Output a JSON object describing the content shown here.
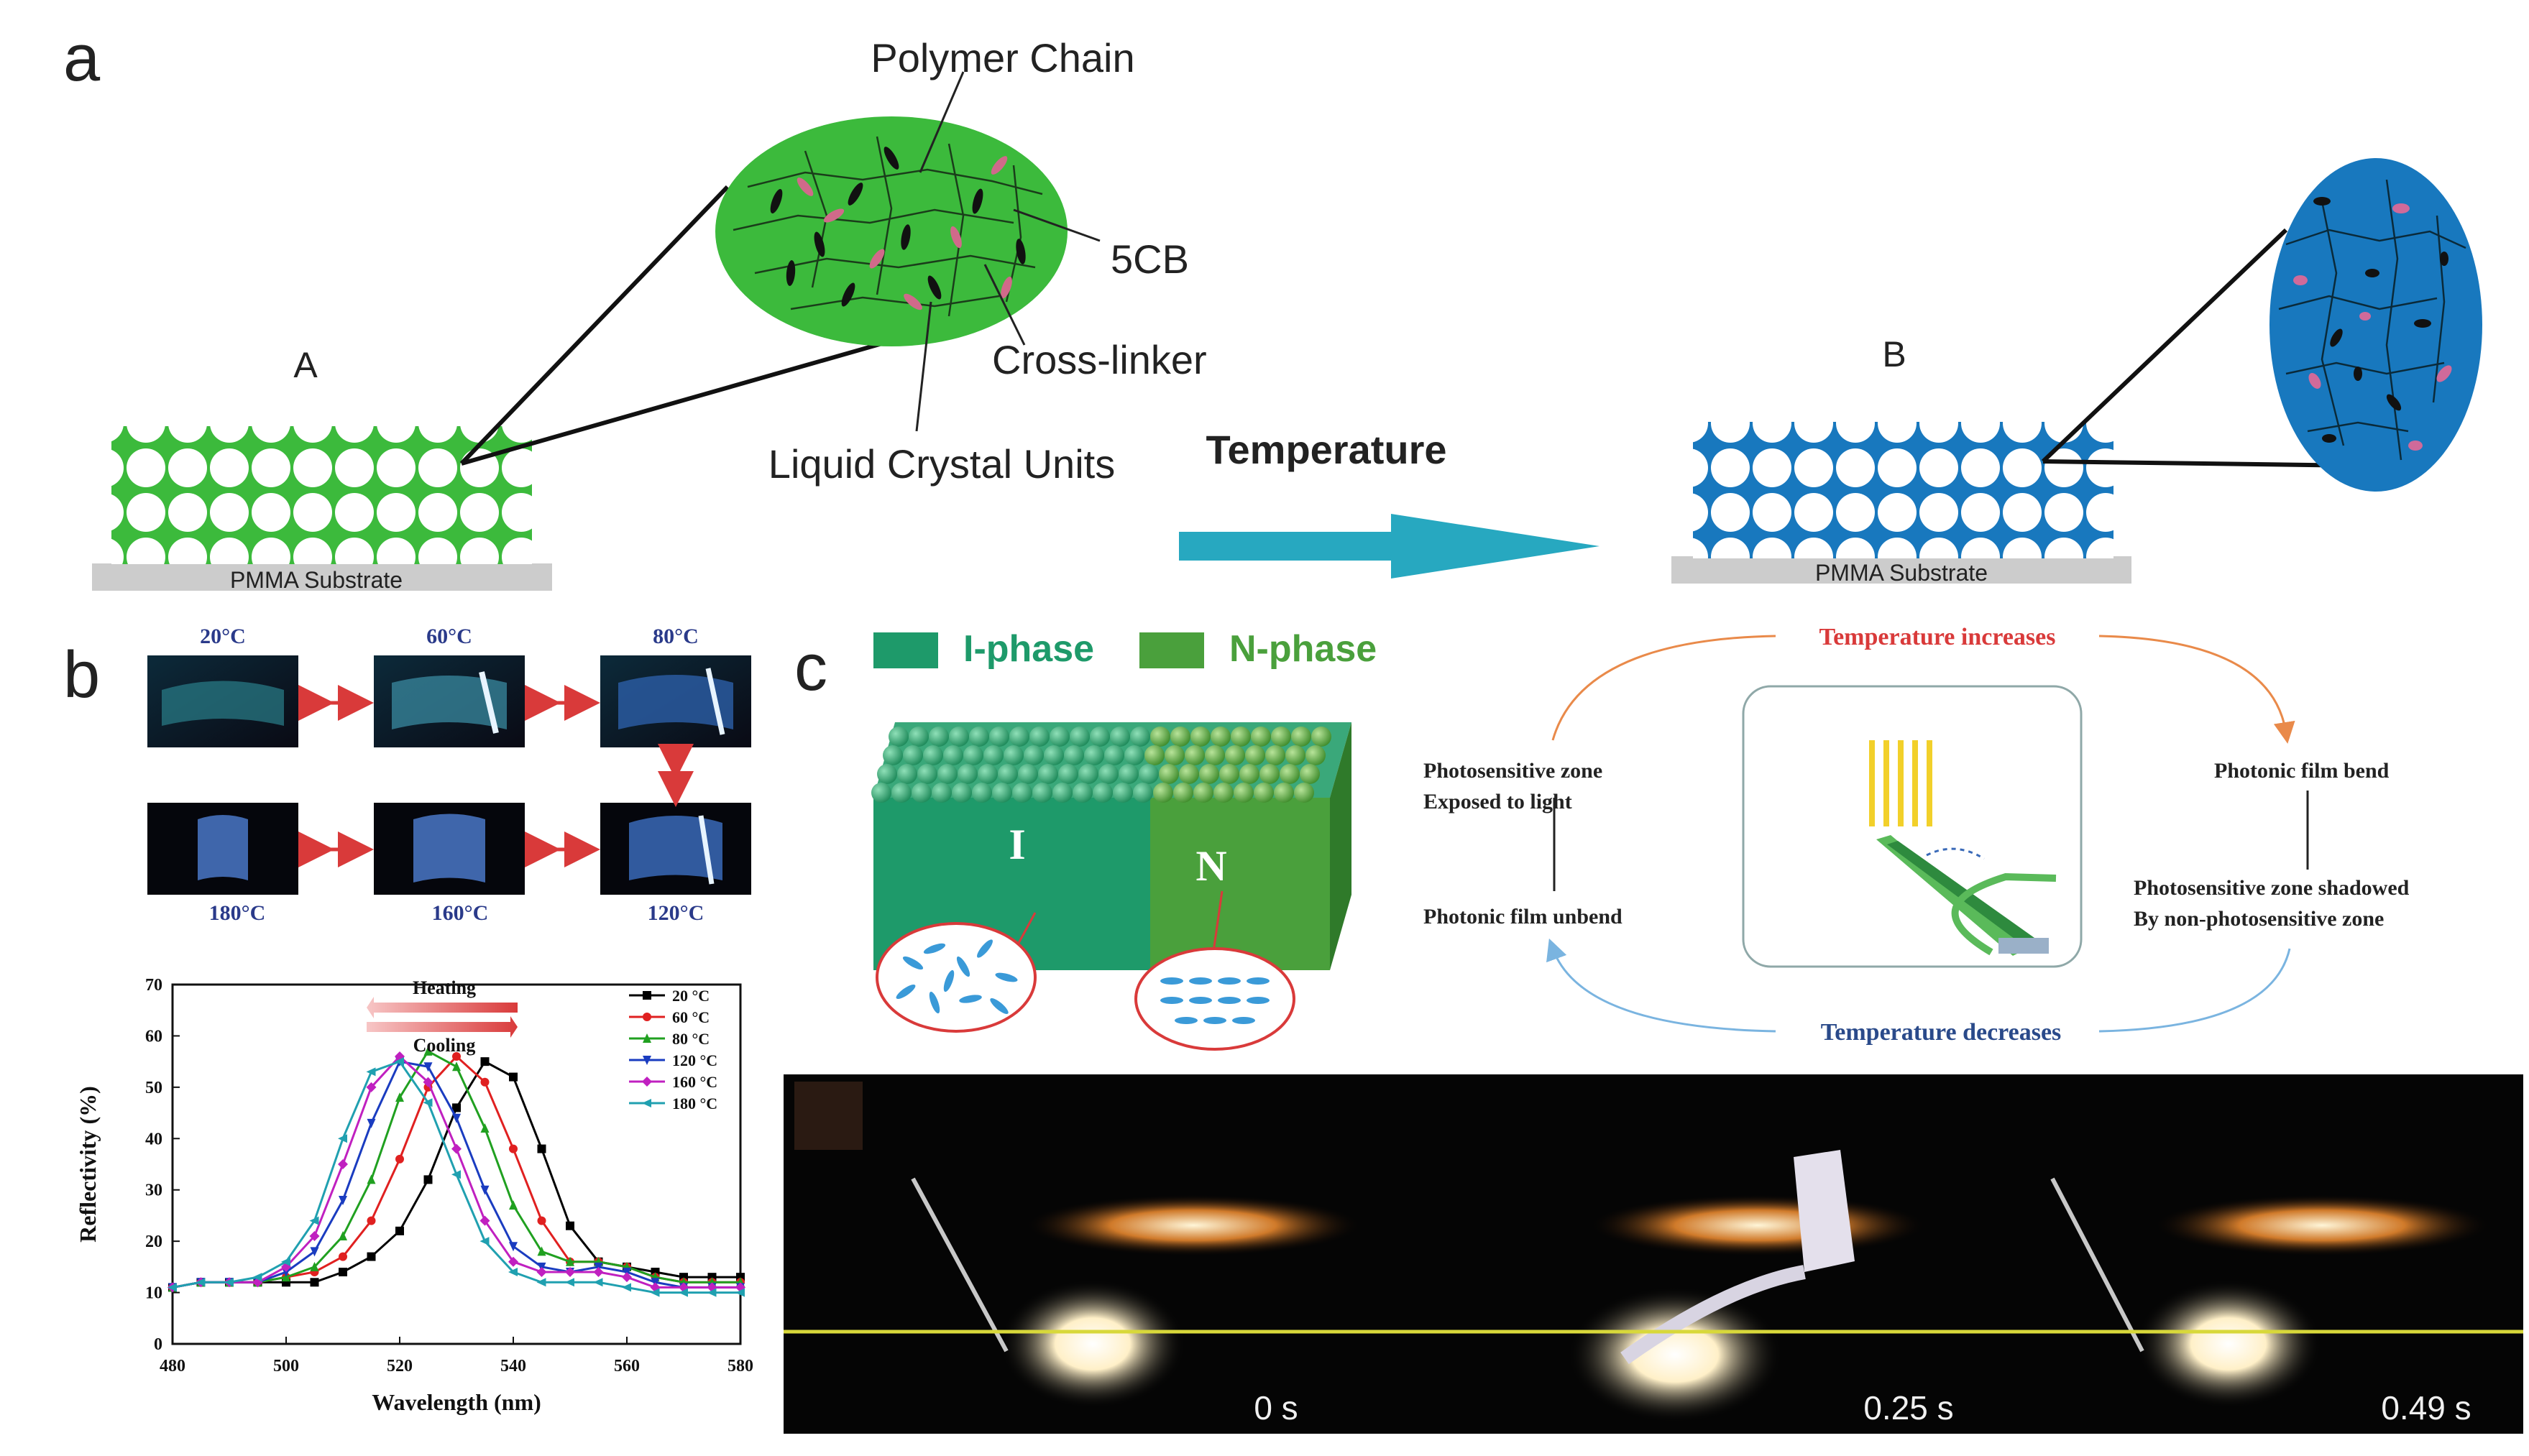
{
  "panel_letters": {
    "a": "a",
    "b": "b",
    "c": "c"
  },
  "panel_a": {
    "labels": {
      "polymer_chain": "Polymer Chain",
      "compound_5cb": "5CB",
      "cross_linker": "Cross-linker",
      "liquid_crystal_units": "Liquid Crystal Units",
      "state_a": "A",
      "state_b": "B",
      "arrow_label": "Temperature",
      "substrate_a": "PMMA Substrate",
      "substrate_b": "PMMA Substrate"
    },
    "colors": {
      "green_film": "#3cba3c",
      "blue_film": "#1878be",
      "arrow": "#27a8c0",
      "substrate": "#cccccc"
    }
  },
  "panel_b": {
    "photos": [
      {
        "temp": "20°C"
      },
      {
        "temp": "60°C"
      },
      {
        "temp": "80°C"
      },
      {
        "temp": "180°C"
      },
      {
        "temp": "160°C"
      },
      {
        "temp": "120°C"
      }
    ],
    "arrow_color": "#d93a3a",
    "heating_label": "Heating",
    "cooling_label": "Cooling"
  },
  "chart_data": {
    "type": "line",
    "xlabel": "Wavelength (nm)",
    "ylabel": "Reflectivity (%)",
    "xlim": [
      480,
      580
    ],
    "ylim": [
      0,
      70
    ],
    "xticks": [
      480,
      500,
      520,
      540,
      560,
      580
    ],
    "yticks": [
      0,
      10,
      20,
      30,
      40,
      50,
      60,
      70
    ],
    "legend_position": "top-right",
    "x": [
      480,
      485,
      490,
      495,
      500,
      505,
      510,
      515,
      520,
      525,
      530,
      535,
      540,
      545,
      550,
      555,
      560,
      565,
      570,
      575,
      580
    ],
    "series": [
      {
        "name": "20 °C",
        "color": "#000000",
        "marker": "square",
        "values": [
          11,
          12,
          12,
          12,
          12,
          12,
          14,
          17,
          22,
          32,
          46,
          55,
          52,
          38,
          23,
          16,
          15,
          14,
          13,
          13,
          13
        ]
      },
      {
        "name": "60 °C",
        "color": "#e02020",
        "marker": "circle",
        "values": [
          11,
          12,
          12,
          12,
          13,
          14,
          17,
          24,
          36,
          50,
          56,
          51,
          38,
          24,
          16,
          16,
          15,
          13,
          12,
          12,
          12
        ]
      },
      {
        "name": "80 °C",
        "color": "#20a020",
        "marker": "triangle-up",
        "values": [
          11,
          12,
          12,
          12,
          13,
          15,
          21,
          32,
          48,
          57,
          54,
          42,
          27,
          18,
          16,
          16,
          15,
          13,
          12,
          12,
          12
        ]
      },
      {
        "name": "120 °C",
        "color": "#1a3cc0",
        "marker": "triangle-down",
        "values": [
          11,
          12,
          12,
          12,
          14,
          18,
          28,
          43,
          55,
          54,
          44,
          30,
          19,
          15,
          14,
          15,
          14,
          12,
          11,
          11,
          11
        ]
      },
      {
        "name": "160 °C",
        "color": "#c020c0",
        "marker": "diamond",
        "values": [
          11,
          12,
          12,
          12,
          15,
          21,
          35,
          50,
          56,
          51,
          38,
          24,
          16,
          14,
          14,
          14,
          13,
          11,
          11,
          11,
          11
        ]
      },
      {
        "name": "180 °C",
        "color": "#20a0b0",
        "marker": "triangle-left",
        "values": [
          11,
          12,
          12,
          13,
          16,
          24,
          40,
          53,
          55,
          47,
          33,
          20,
          14,
          12,
          12,
          12,
          11,
          10,
          10,
          10,
          10
        ]
      }
    ]
  },
  "panel_c": {
    "legend": {
      "i_phase": "I-phase",
      "n_phase": "N-phase"
    },
    "block_labels": {
      "i": "I",
      "n": "N"
    },
    "colors": {
      "i_phase": "#1e9a6a",
      "n_phase": "#4aa03c"
    },
    "cycle": {
      "top": "Temperature increases",
      "bottom": "Temperature decreases",
      "left_upper_line1": "Photosensitive zone",
      "left_upper_line2": "Exposed to light",
      "left_lower": "Photonic film unbend",
      "right_upper": "Photonic film bend",
      "right_lower_line1": "Photosensitive zone shadowed",
      "right_lower_line2": "By non-photosensitive zone"
    },
    "frames": [
      {
        "time": "0 s"
      },
      {
        "time": "0.25 s"
      },
      {
        "time": "0.49 s"
      }
    ]
  }
}
